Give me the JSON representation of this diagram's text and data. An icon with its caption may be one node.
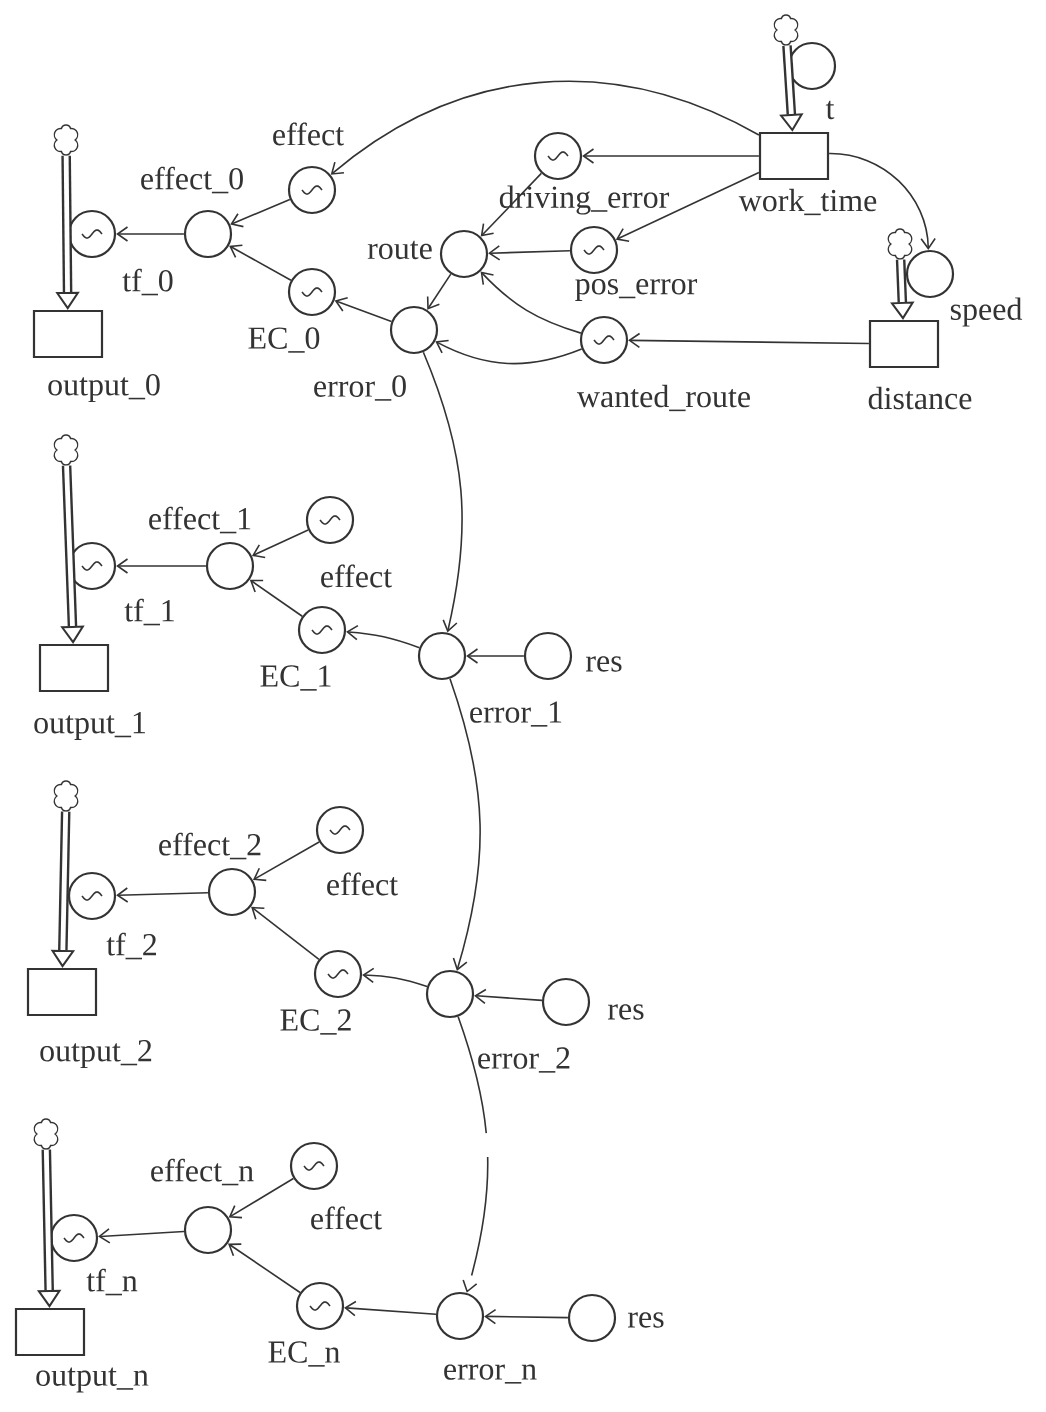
{
  "diagram": {
    "nodes": [
      {
        "text": [],
        "shape": "cloud"
      },
      {
        "text": [
          "output_0"
        ]
      },
      {
        "text": [
          "tf_0"
        ]
      },
      {
        "text": [
          "effect_0"
        ]
      },
      {
        "text": [
          "effect"
        ]
      },
      {
        "text": [
          "EC_0"
        ]
      },
      {
        "text": [
          "error_0"
        ]
      },
      {
        "text": [
          "route"
        ]
      },
      {
        "text": [
          "driving_error"
        ]
      },
      {
        "text": [
          "pos_error"
        ]
      },
      {
        "text": [
          "wanted_route"
        ]
      },
      {
        "text": [
          "work_time"
        ]
      },
      {
        "text": [],
        "shape": "cloud"
      },
      {
        "text": [
          "t"
        ]
      },
      {
        "text": [
          "speed"
        ]
      },
      {
        "text": [
          "distance"
        ]
      },
      {
        "text": [],
        "shape": "cloud"
      },
      {
        "text": [],
        "shape": "cloud"
      },
      {
        "text": [
          "output_1"
        ]
      },
      {
        "text": [
          "tf_1"
        ]
      },
      {
        "text": [
          "effect_1"
        ]
      },
      {
        "text": [
          "effect"
        ]
      },
      {
        "text": [
          "EC_1"
        ]
      },
      {
        "text": [
          "error_1"
        ]
      },
      {
        "text": [
          "res"
        ]
      },
      {
        "text": [],
        "shape": "cloud"
      },
      {
        "text": [
          "output_2"
        ]
      },
      {
        "text": [
          "tf_2"
        ]
      },
      {
        "text": [
          "effect_2"
        ]
      },
      {
        "text": [
          "effect"
        ]
      },
      {
        "text": [
          "EC_2"
        ]
      },
      {
        "text": [
          "error_2"
        ]
      },
      {
        "text": [
          "res"
        ]
      },
      {
        "text": [],
        "shape": "cloud"
      },
      {
        "text": [
          "output_n"
        ]
      },
      {
        "text": [
          "tf_n"
        ]
      },
      {
        "text": [
          "effect_n"
        ]
      },
      {
        "text": [
          "effect"
        ]
      },
      {
        "text": [
          "EC_n"
        ]
      },
      {
        "text": [
          "error_n"
        ]
      },
      {
        "text": [
          "res"
        ]
      }
    ],
    "edges": [
      {
        "from": 0,
        "to": 1,
        "arrow": "to",
        "style": "thick"
      },
      {
        "from": 12,
        "to": 11,
        "arrow": "to",
        "style": "thick"
      },
      {
        "from": 16,
        "to": 15,
        "arrow": "to",
        "style": "thick"
      },
      {
        "from": 11,
        "to": 4,
        "arrow": "to"
      },
      {
        "from": 11,
        "to": 8,
        "arrow": "to"
      },
      {
        "from": 11,
        "to": 9,
        "arrow": "to"
      },
      {
        "from": 11,
        "to": 14,
        "arrow": "to"
      },
      {
        "from": 15,
        "to": 10,
        "arrow": "to"
      },
      {
        "from": 8,
        "to": 7,
        "arrow": "to"
      },
      {
        "from": 9,
        "to": 7,
        "arrow": "to"
      },
      {
        "from": 10,
        "to": 7,
        "arrow": "to"
      },
      {
        "from": 10,
        "to": 6,
        "arrow": "to"
      },
      {
        "from": 7,
        "to": 6,
        "arrow": "to"
      },
      {
        "from": 6,
        "to": 5,
        "arrow": "to"
      },
      {
        "from": 5,
        "to": 3,
        "arrow": "to"
      },
      {
        "from": 4,
        "to": 3,
        "arrow": "to"
      },
      {
        "from": 3,
        "to": 2,
        "arrow": "to"
      },
      {
        "from": 6,
        "to": 23,
        "arrow": "to"
      },
      {
        "from": 17,
        "to": 18,
        "arrow": "to",
        "style": "thick"
      },
      {
        "from": 24,
        "to": 23,
        "arrow": "to"
      },
      {
        "from": 23,
        "to": 22,
        "arrow": "to"
      },
      {
        "from": 22,
        "to": 20,
        "arrow": "to"
      },
      {
        "from": 21,
        "to": 20,
        "arrow": "to"
      },
      {
        "from": 20,
        "to": 19,
        "arrow": "to"
      },
      {
        "from": 23,
        "to": 31,
        "arrow": "to"
      },
      {
        "from": 25,
        "to": 26,
        "arrow": "to",
        "style": "thick"
      },
      {
        "from": 32,
        "to": 31,
        "arrow": "to"
      },
      {
        "from": 31,
        "to": 30,
        "arrow": "to"
      },
      {
        "from": 30,
        "to": 28,
        "arrow": "to"
      },
      {
        "from": 29,
        "to": 28,
        "arrow": "to"
      },
      {
        "from": 28,
        "to": 27,
        "arrow": "to"
      },
      {
        "from": 31,
        "to": 39,
        "arrow": "to",
        "style": "dashed"
      },
      {
        "from": 33,
        "to": 34,
        "arrow": "to",
        "style": "thick"
      },
      {
        "from": 40,
        "to": 39,
        "arrow": "to"
      },
      {
        "from": 39,
        "to": 38,
        "arrow": "to"
      },
      {
        "from": 38,
        "to": 36,
        "arrow": "to"
      },
      {
        "from": 37,
        "to": 36,
        "arrow": "to"
      },
      {
        "from": 36,
        "to": 35,
        "arrow": "to"
      }
    ]
  }
}
